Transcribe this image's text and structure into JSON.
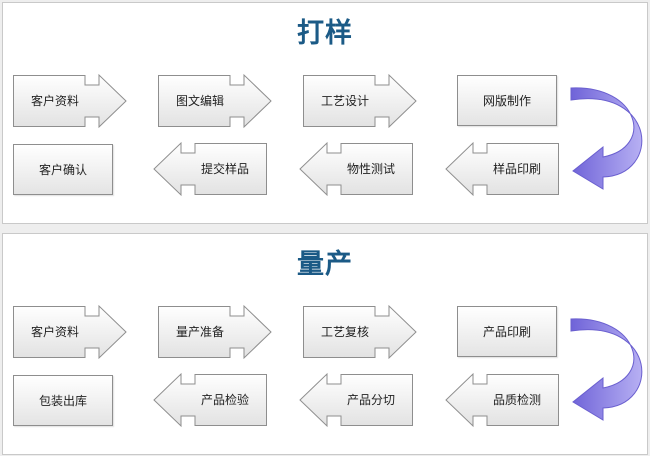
{
  "sections": [
    {
      "title": "打样",
      "row1": [
        "客户资料",
        "图文编辑",
        "工艺设计"
      ],
      "row1_end": "网版制作",
      "row2_end": "样品印刷",
      "row2": [
        "物性测试",
        "提交样品"
      ],
      "row2_last": "客户确认"
    },
    {
      "title": "量产",
      "row1": [
        "客户资料",
        "量产准备",
        "工艺复核"
      ],
      "row1_end": "产品印刷",
      "row2_end": "品质检测",
      "row2": [
        "产品分切",
        "产品检验"
      ],
      "row2_last": "包装出库"
    }
  ],
  "colors": {
    "title": "#1b5a86",
    "curve_arrow": "#8a7ee6"
  }
}
